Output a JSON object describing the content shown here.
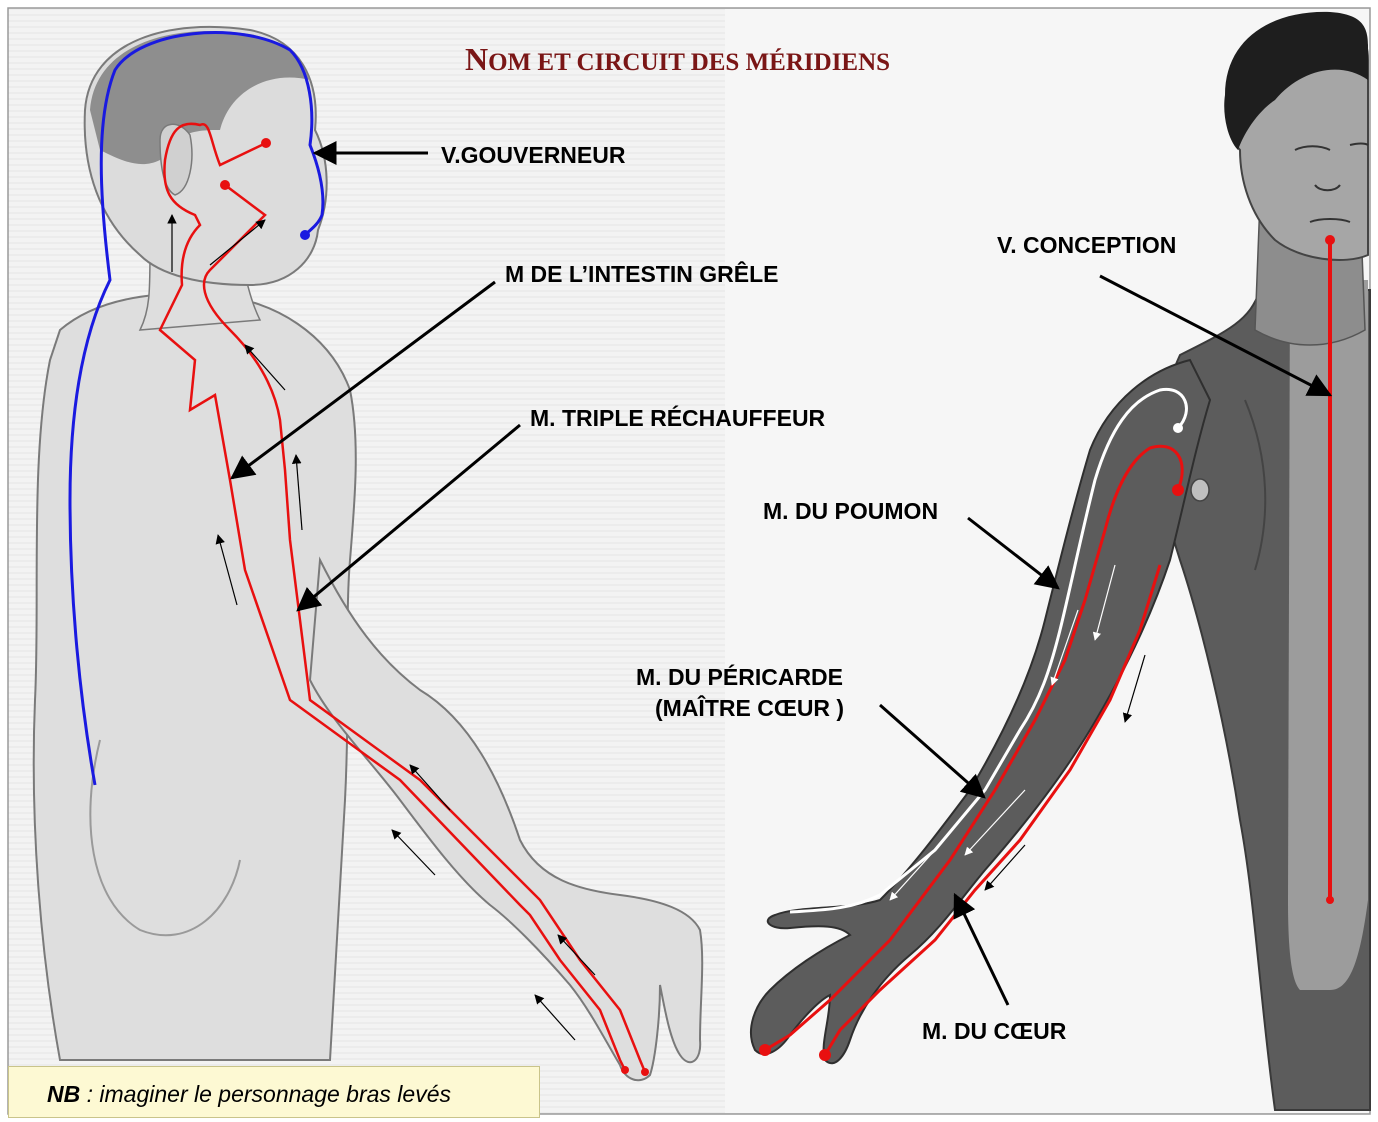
{
  "title": {
    "initial": "N",
    "rest": "OM ET CIRCUIT DES MÉRIDIENS"
  },
  "labels": {
    "gouverneur": "V.GOUVERNEUR",
    "intestin": "M DE L’INTESTIN GRÊLE",
    "triple": "M. TRIPLE RÉCHAUFFEUR",
    "conception": "V. CONCEPTION",
    "poumon": "M. DU POUMON",
    "pericarde_1": "M. DU PÉRICARDE",
    "pericarde_2": "(MAÎTRE CŒUR )",
    "coeur": "M. DU CŒUR"
  },
  "note": {
    "bold": "NB",
    "text": " : imaginer le personnage bras levés"
  },
  "colors": {
    "meridian_red": "#e81010",
    "governor_blue": "#1a1ae0",
    "title": "#7a1616",
    "back_figure": "#dcdcdc",
    "front_figure": "#5a5a5a",
    "note_bg": "#fdf9d3"
  }
}
